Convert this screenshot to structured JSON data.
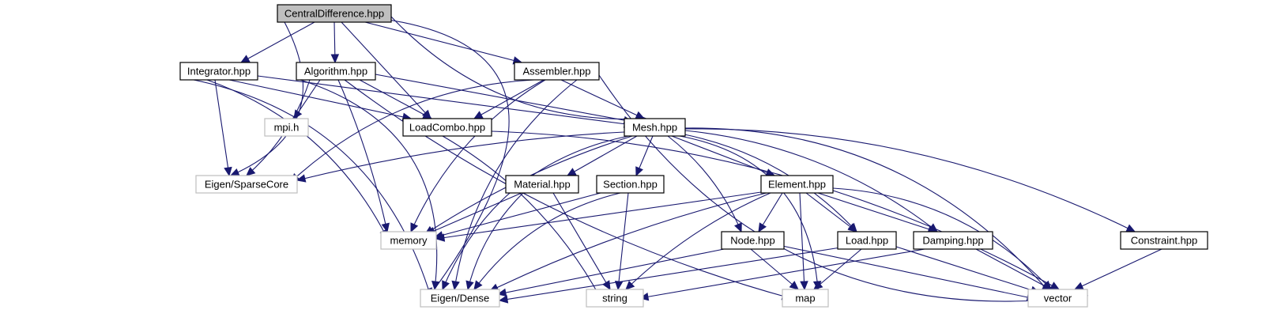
{
  "graph": {
    "nodes": [
      {
        "id": "central",
        "label": "CentralDifference.hpp",
        "kind": "root"
      },
      {
        "id": "integrator",
        "label": "Integrator.hpp",
        "kind": "local"
      },
      {
        "id": "algorithm",
        "label": "Algorithm.hpp",
        "kind": "local"
      },
      {
        "id": "assembler",
        "label": "Assembler.hpp",
        "kind": "local"
      },
      {
        "id": "mpi",
        "label": "mpi.h",
        "kind": "external"
      },
      {
        "id": "loadcombo",
        "label": "LoadCombo.hpp",
        "kind": "local"
      },
      {
        "id": "mesh",
        "label": "Mesh.hpp",
        "kind": "local"
      },
      {
        "id": "sparsecore",
        "label": "Eigen/SparseCore",
        "kind": "external"
      },
      {
        "id": "material",
        "label": "Material.hpp",
        "kind": "local"
      },
      {
        "id": "section",
        "label": "Section.hpp",
        "kind": "local"
      },
      {
        "id": "element",
        "label": "Element.hpp",
        "kind": "local"
      },
      {
        "id": "memory",
        "label": "memory",
        "kind": "external"
      },
      {
        "id": "node",
        "label": "Node.hpp",
        "kind": "local"
      },
      {
        "id": "load",
        "label": "Load.hpp",
        "kind": "local"
      },
      {
        "id": "damping",
        "label": "Damping.hpp",
        "kind": "local"
      },
      {
        "id": "constraint",
        "label": "Constraint.hpp",
        "kind": "local"
      },
      {
        "id": "dense",
        "label": "Eigen/Dense",
        "kind": "external"
      },
      {
        "id": "string",
        "label": "string",
        "kind": "external"
      },
      {
        "id": "map",
        "label": "map",
        "kind": "external"
      },
      {
        "id": "vector",
        "label": "vector",
        "kind": "external"
      }
    ],
    "edges": [
      [
        "central",
        "integrator"
      ],
      [
        "central",
        "algorithm"
      ],
      [
        "central",
        "loadcombo"
      ],
      [
        "central",
        "assembler"
      ],
      [
        "central",
        "mesh"
      ],
      [
        "central",
        "sparsecore"
      ],
      [
        "central",
        "dense"
      ],
      [
        "integrator",
        "loadcombo"
      ],
      [
        "integrator",
        "mesh"
      ],
      [
        "integrator",
        "sparsecore"
      ],
      [
        "integrator",
        "memory"
      ],
      [
        "integrator",
        "dense"
      ],
      [
        "algorithm",
        "mpi"
      ],
      [
        "algorithm",
        "loadcombo"
      ],
      [
        "algorithm",
        "mesh"
      ],
      [
        "algorithm",
        "sparsecore"
      ],
      [
        "algorithm",
        "memory"
      ],
      [
        "algorithm",
        "dense"
      ],
      [
        "algorithm",
        "map"
      ],
      [
        "assembler",
        "loadcombo"
      ],
      [
        "assembler",
        "mesh"
      ],
      [
        "assembler",
        "sparsecore"
      ],
      [
        "assembler",
        "memory"
      ],
      [
        "assembler",
        "dense"
      ],
      [
        "assembler",
        "vector"
      ],
      [
        "loadcombo",
        "string"
      ],
      [
        "loadcombo",
        "vector"
      ],
      [
        "mesh",
        "sparsecore"
      ],
      [
        "mesh",
        "material"
      ],
      [
        "mesh",
        "section"
      ],
      [
        "mesh",
        "element"
      ],
      [
        "mesh",
        "node"
      ],
      [
        "mesh",
        "load"
      ],
      [
        "mesh",
        "damping"
      ],
      [
        "mesh",
        "constraint"
      ],
      [
        "mesh",
        "memory"
      ],
      [
        "mesh",
        "dense"
      ],
      [
        "mesh",
        "map"
      ],
      [
        "mesh",
        "vector"
      ],
      [
        "material",
        "memory"
      ],
      [
        "material",
        "dense"
      ],
      [
        "material",
        "string"
      ],
      [
        "section",
        "memory"
      ],
      [
        "section",
        "dense"
      ],
      [
        "section",
        "string"
      ],
      [
        "element",
        "node"
      ],
      [
        "element",
        "load"
      ],
      [
        "element",
        "damping"
      ],
      [
        "element",
        "memory"
      ],
      [
        "element",
        "dense"
      ],
      [
        "element",
        "string"
      ],
      [
        "element",
        "map"
      ],
      [
        "element",
        "vector"
      ],
      [
        "node",
        "dense"
      ],
      [
        "node",
        "map"
      ],
      [
        "node",
        "vector"
      ],
      [
        "load",
        "dense"
      ],
      [
        "load",
        "map"
      ],
      [
        "load",
        "vector"
      ],
      [
        "damping",
        "string"
      ],
      [
        "damping",
        "vector"
      ],
      [
        "constraint",
        "vector"
      ]
    ]
  },
  "colors": {
    "edge": "#191970",
    "local_border": "#000000",
    "external_border": "#bfbfbf",
    "root_fill": "#bfbfbf",
    "background": "#ffffff"
  }
}
